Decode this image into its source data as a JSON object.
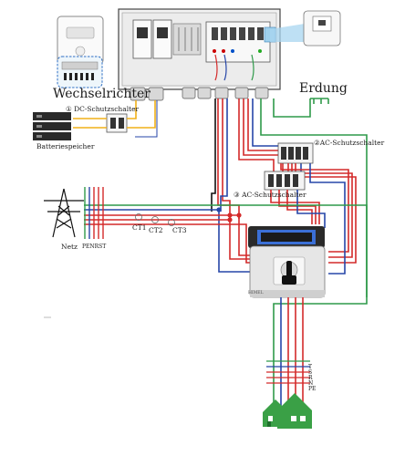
{
  "labels": {
    "inverter": "Wechselrichter",
    "battery": "Batteriespeicher",
    "dc_breaker": "① DC-Schutzschalter",
    "ground": "Erdung",
    "ac_breaker_2": "②AC-Schutzschalter",
    "ac_breaker_3": "③ AC-Schutzschalter",
    "grid": "Netz",
    "grid_phases": "PENRST",
    "ct1": "CT1",
    "ct2": "CT2",
    "ct3": "CT3",
    "house_phases": "T S R N PE",
    "switch_brand": "HIMEL"
  },
  "colors": {
    "red": "#d42a2a",
    "blue": "#2646a8",
    "green": "#2f9a4a",
    "yellow": "#f0b018",
    "black": "#111111",
    "light_blue": "#7cc3e8",
    "house_green": "#3aa046"
  }
}
